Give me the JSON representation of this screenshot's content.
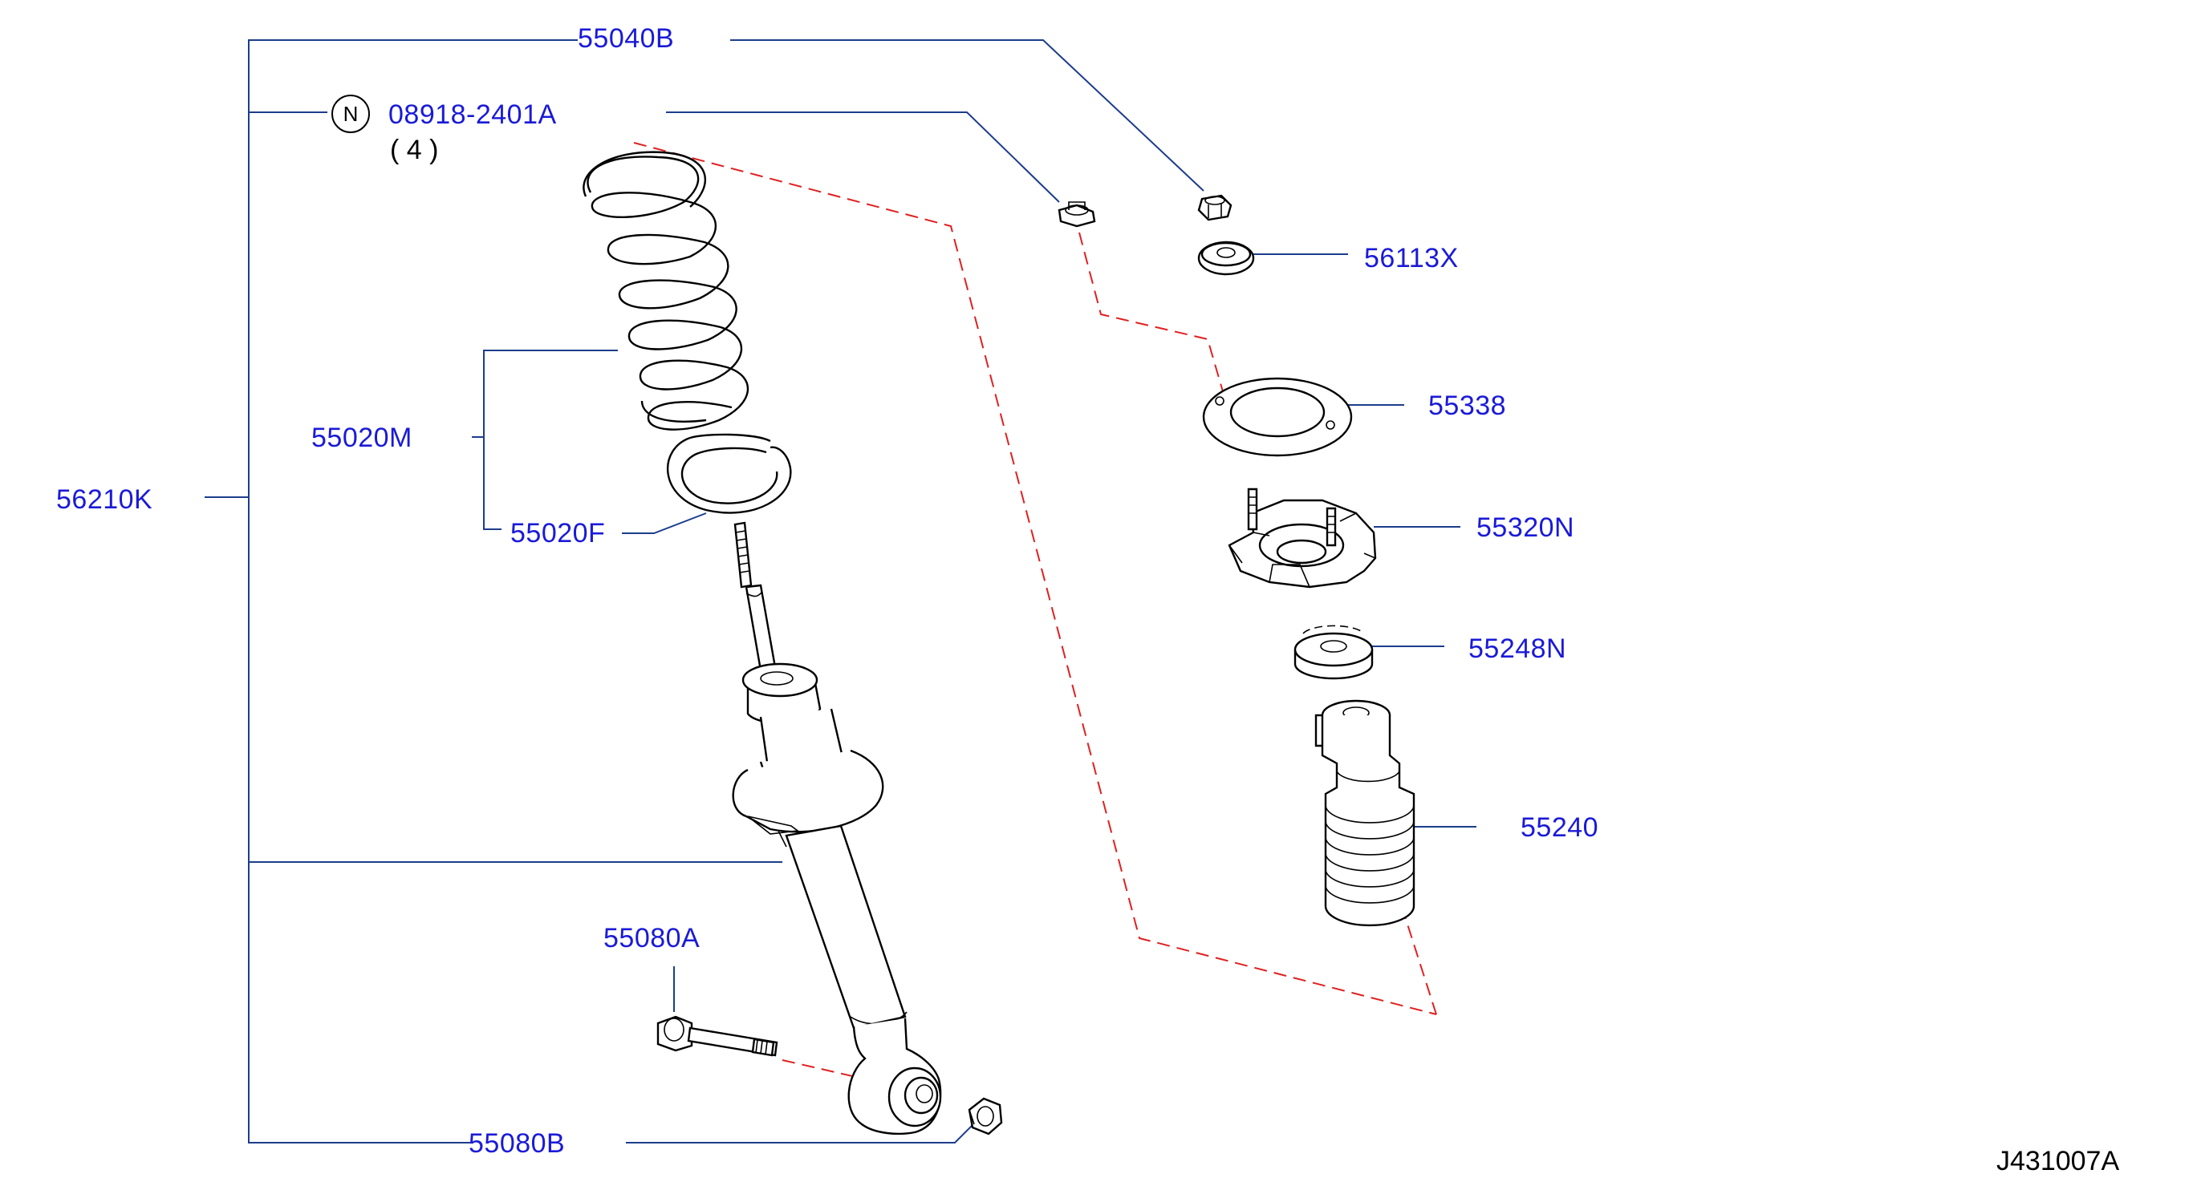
{
  "diagram_code": "J431007A",
  "parts": [
    {
      "id": "p-55040B",
      "number": "55040B"
    },
    {
      "id": "p-08918",
      "number": "08918-2401A",
      "note_symbol": "N",
      "quantity": "( 4 )"
    },
    {
      "id": "p-56113X",
      "number": "56113X"
    },
    {
      "id": "p-55338",
      "number": "55338"
    },
    {
      "id": "p-55320N",
      "number": "55320N"
    },
    {
      "id": "p-55248N",
      "number": "55248N"
    },
    {
      "id": "p-55240",
      "number": "55240"
    },
    {
      "id": "p-55020M",
      "number": "55020M"
    },
    {
      "id": "p-55020F",
      "number": "55020F"
    },
    {
      "id": "p-56210K",
      "number": "56210K"
    },
    {
      "id": "p-55080A",
      "number": "55080A"
    },
    {
      "id": "p-55080B",
      "number": "55080B"
    }
  ],
  "colors": {
    "label": "#1a1ad8",
    "leader": "#1c3d8c",
    "assembly_dash": "#e02020",
    "drawing": "#000000"
  }
}
